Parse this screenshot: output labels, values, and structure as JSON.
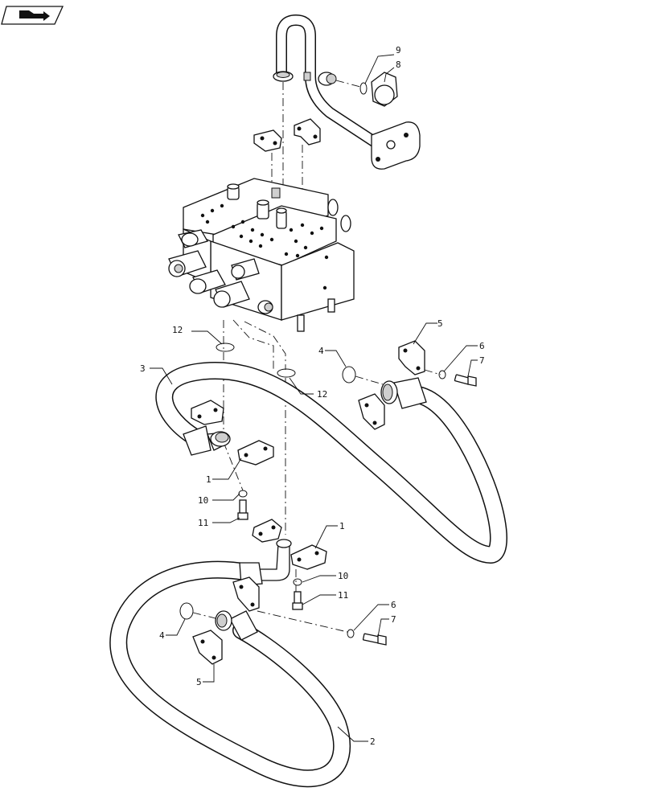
{
  "icons": {
    "nav_icon": "forward-arrow-icon"
  },
  "callouts": {
    "c1a": "1",
    "c1b": "1",
    "c2": "2",
    "c3": "3",
    "c4a": "4",
    "c4b": "4",
    "c5a": "5",
    "c5b": "5",
    "c6a": "6",
    "c6b": "6",
    "c7a": "7",
    "c7b": "7",
    "c8": "8",
    "c9": "9",
    "c10a": "10",
    "c10b": "10",
    "c11a": "11",
    "c11b": "11",
    "c12a": "12",
    "c12b": "12"
  }
}
